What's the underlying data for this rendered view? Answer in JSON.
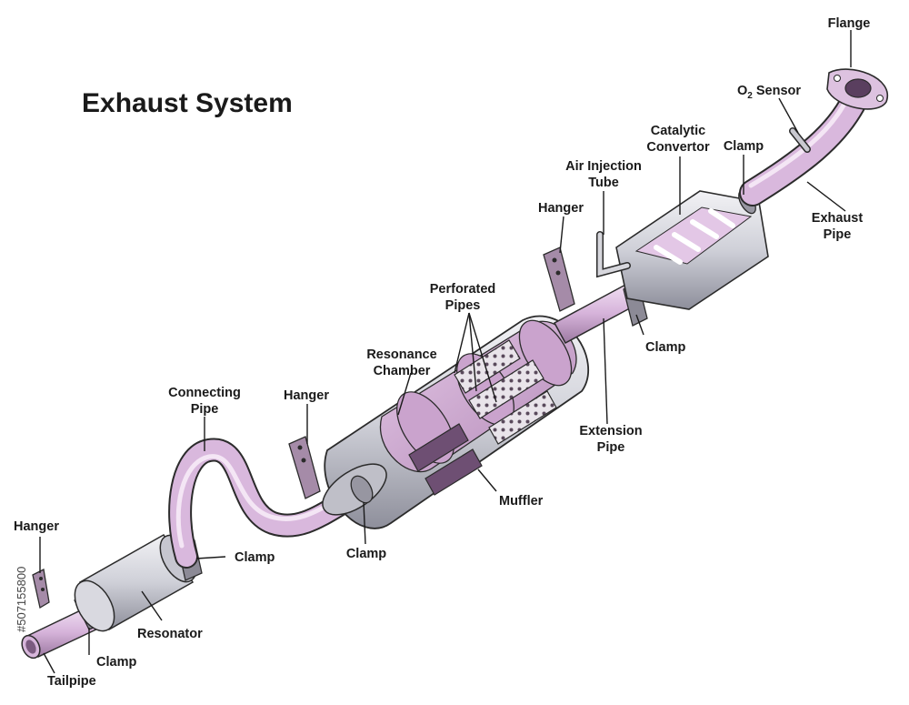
{
  "title": "Exhaust System",
  "labels": {
    "flange": "Flange",
    "o2_sensor_prefix": "O",
    "o2_sensor_sub": "2",
    "o2_sensor_suffix": " Sensor",
    "catalytic_line1": "Catalytic",
    "catalytic_line2": "Convertor",
    "clamp_top": "Clamp",
    "air_injection_line1": "Air Injection",
    "air_injection_line2": "Tube",
    "hanger_top": "Hanger",
    "exhaust_pipe_line1": "Exhaust",
    "exhaust_pipe_line2": "Pipe",
    "perforated_line1": "Perforated",
    "perforated_line2": "Pipes",
    "resonance_line1": "Resonance",
    "resonance_line2": "Chamber",
    "clamp_right": "Clamp",
    "extension_line1": "Extension",
    "extension_line2": "Pipe",
    "connecting_line1": "Connecting",
    "connecting_line2": "Pipe",
    "hanger_mid": "Hanger",
    "muffler": "Muffler",
    "clamp_mid": "Clamp",
    "clamp_center": "Clamp",
    "hanger_left": "Hanger",
    "resonator": "Resonator",
    "clamp_bottom": "Clamp",
    "tailpipe": "Tailpipe"
  },
  "stock_id": "#507155800",
  "colors": {
    "pipe": "#d9b8dd",
    "pipe_dark": "#a886ac",
    "metal": "#cfcfd6",
    "metal_dark": "#8f8f9a",
    "inner": "#c89fca",
    "outline": "#2b2b2b"
  }
}
